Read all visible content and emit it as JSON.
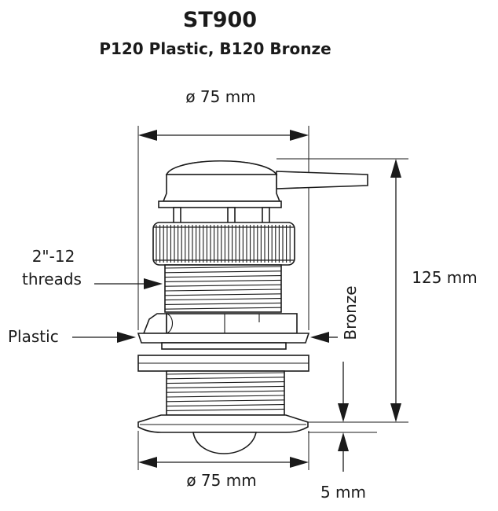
{
  "title": "ST900",
  "subtitle": "P120 Plastic, B120 Bronze",
  "dimensions": {
    "top_diameter": "ø 75 mm",
    "bottom_diameter": "ø 75 mm",
    "height": "125 mm",
    "flange_thickness": "5 mm"
  },
  "callouts": {
    "threads_line1": "2\"-12",
    "threads_line2": "threads",
    "plastic": "Plastic",
    "bronze": "Bronze"
  }
}
